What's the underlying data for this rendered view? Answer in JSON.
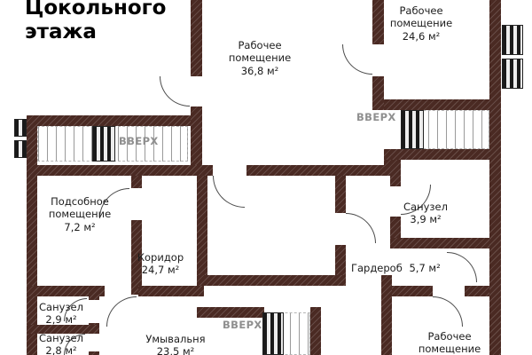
{
  "title": "Цокольного\nэтажа",
  "stairs_label": "ВВЕРХ",
  "rooms": {
    "workroom_center": {
      "name": "Рабочее\nпомещение",
      "area": "36,8 м²"
    },
    "workroom_top_right": {
      "name": "Рабочее\nпомещение",
      "area": "24,6 м²"
    },
    "utility": {
      "name": "Подсобное\nпомещение",
      "area": "7,2 м²"
    },
    "corridor": {
      "name": "Коридор",
      "area": "24,7 м²"
    },
    "bathroom_right": {
      "name": "Санузел",
      "area": "3,9 м²"
    },
    "wardrobe": {
      "name": "Гардероб",
      "area": "5,7 м²"
    },
    "bathroom_left_top": {
      "name": "Санузел",
      "area": "2,9 м²"
    },
    "bathroom_left_bottom": {
      "name": "Санузел",
      "area": "2,8 м²"
    },
    "washroom": {
      "name": "Умывальня",
      "area": "23,5 м²"
    },
    "workroom_bottom_right": {
      "name": "Рабочее\nпомещение",
      "area": ""
    }
  },
  "colors": {
    "wall": "#4a2a23",
    "label": "#1c1c1c",
    "up": "#8f8f8f",
    "arc": "#4a4a4a",
    "tread": "#9a9a9a",
    "flight": "#1a1a1a"
  }
}
